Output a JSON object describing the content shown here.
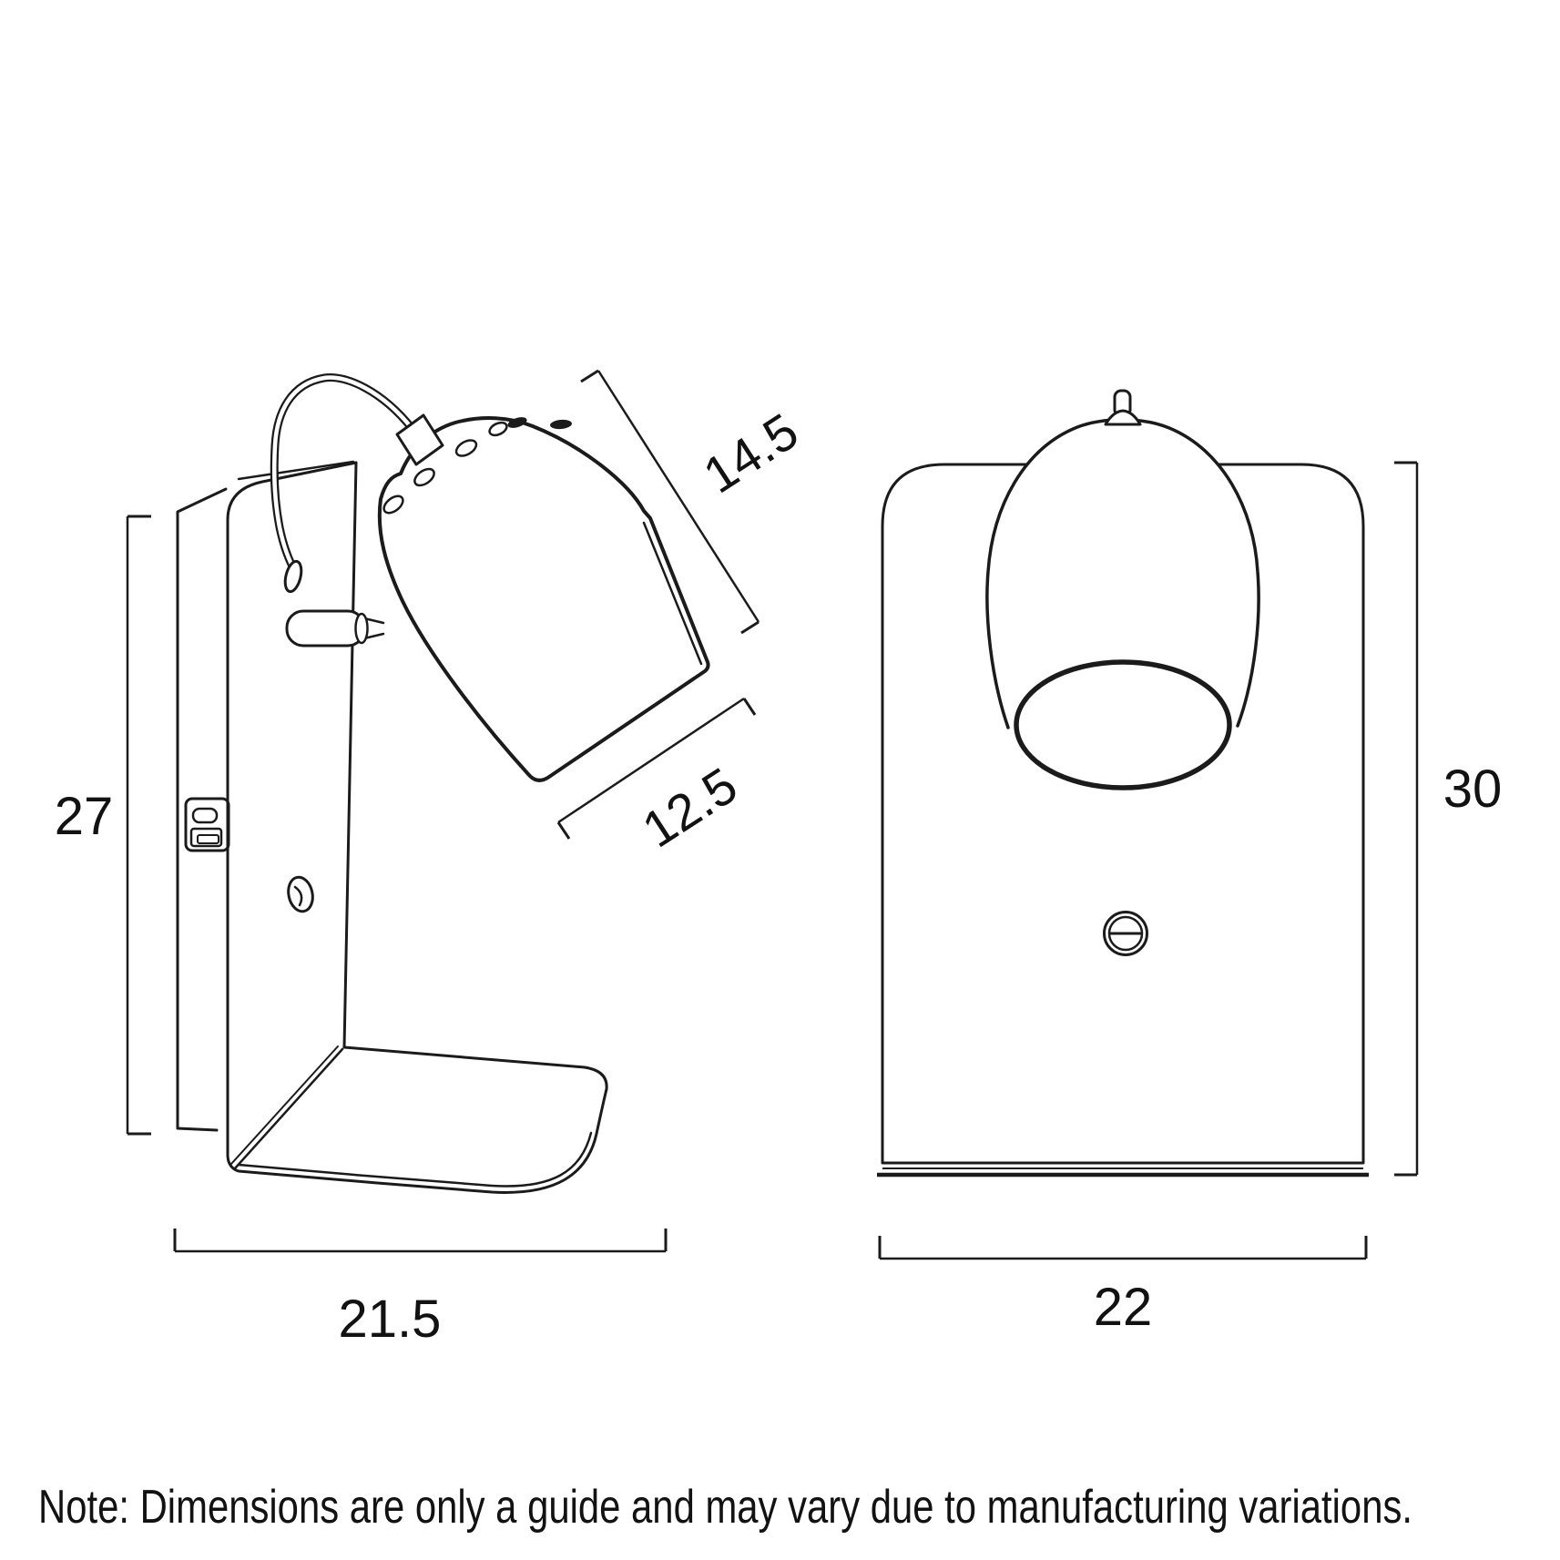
{
  "drawing": {
    "side_view": {
      "height_label": "27",
      "width_label": "21.5",
      "head_length_label": "14.5",
      "head_diameter_label": "12.5"
    },
    "front_view": {
      "height_label": "30",
      "width_label": "22"
    },
    "note": "Note: Dimensions are only a guide and may vary due to manufacturing variations."
  }
}
